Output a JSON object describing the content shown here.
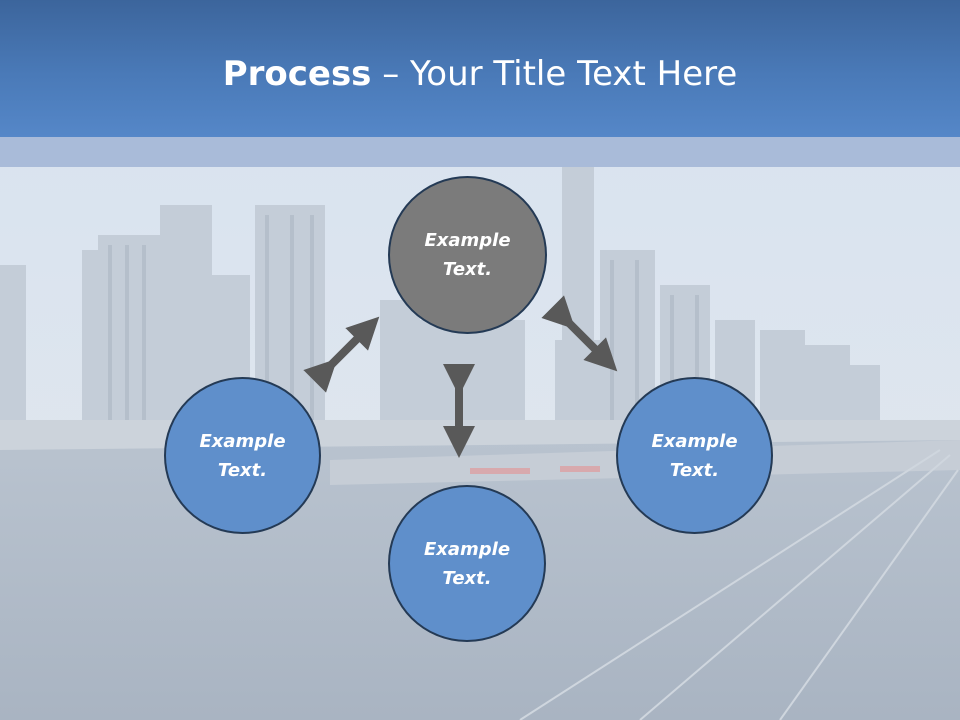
{
  "title": {
    "bold": "Process",
    "rest": " – Your Title Text Here"
  },
  "nodes": {
    "top": {
      "label": "Example Text."
    },
    "left": {
      "label": "Example Text."
    },
    "right": {
      "label": "Example Text."
    },
    "bottom": {
      "label": "Example Text."
    }
  },
  "colors": {
    "title_bar": "#4a7ab8",
    "node_blue": "#5f8fcb",
    "node_grey": "#7b7b7b",
    "arrow": "#595959"
  }
}
